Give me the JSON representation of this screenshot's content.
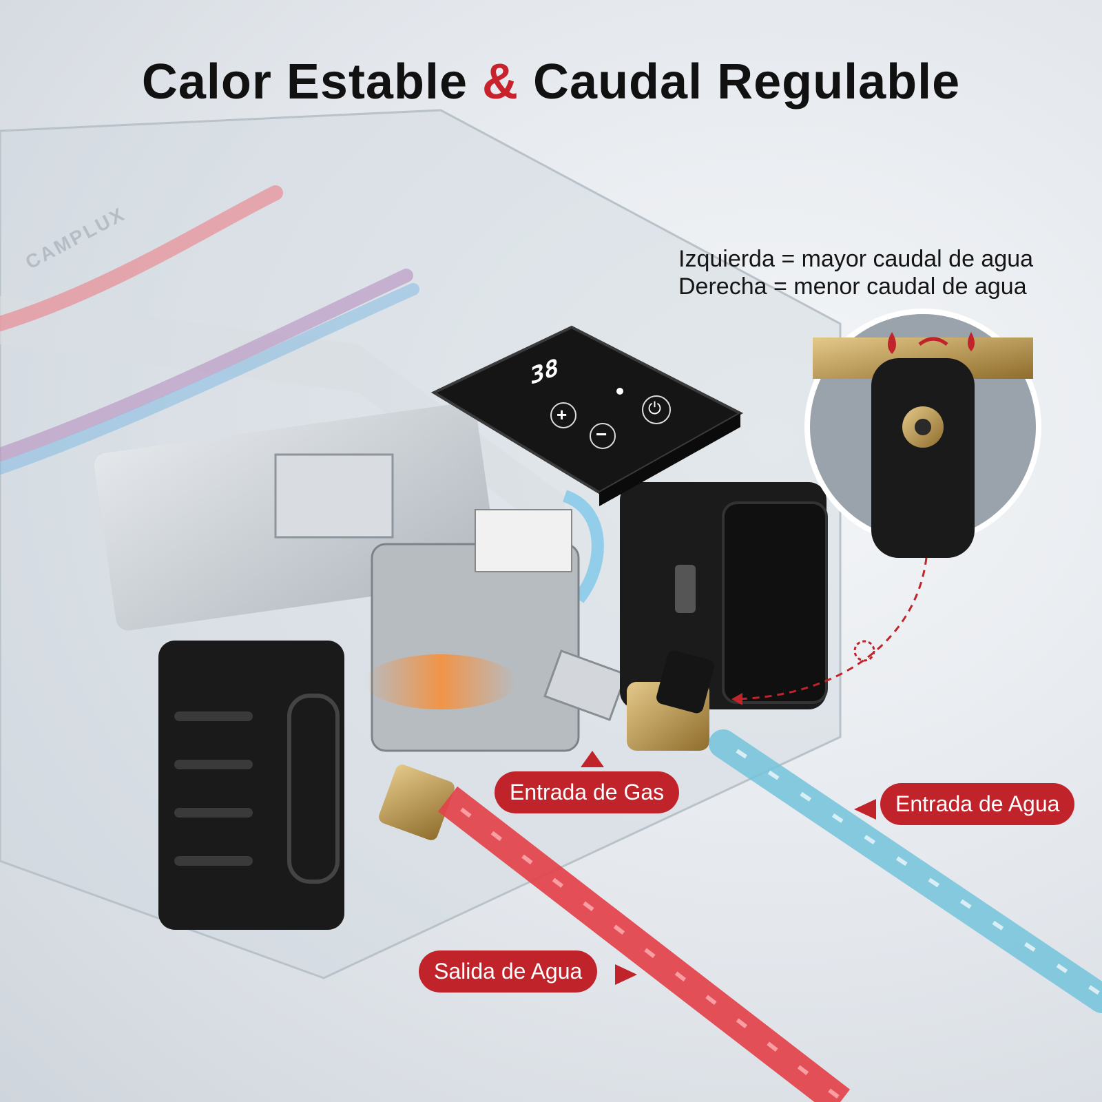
{
  "headline": {
    "part1": "Calor Estable",
    "amp": "&",
    "part2": "Caudal Regulable"
  },
  "brand_mark": "CAMPLUX",
  "flow_note": {
    "line1": "Izquierda = mayor caudal de agua",
    "line2": "Derecha = menor caudal de agua"
  },
  "control_panel": {
    "display_value": "38",
    "plus_label": "+",
    "minus_label": "−"
  },
  "labels": {
    "gas_inlet": "Entrada de Gas",
    "water_inlet": "Entrada de Agua",
    "water_outlet": "Salida de Agua"
  },
  "colors": {
    "accent_red": "#c1232b",
    "hot_pipe": "#e4434b",
    "cold_pipe": "#74c4dc",
    "panel_black": "#151515"
  }
}
